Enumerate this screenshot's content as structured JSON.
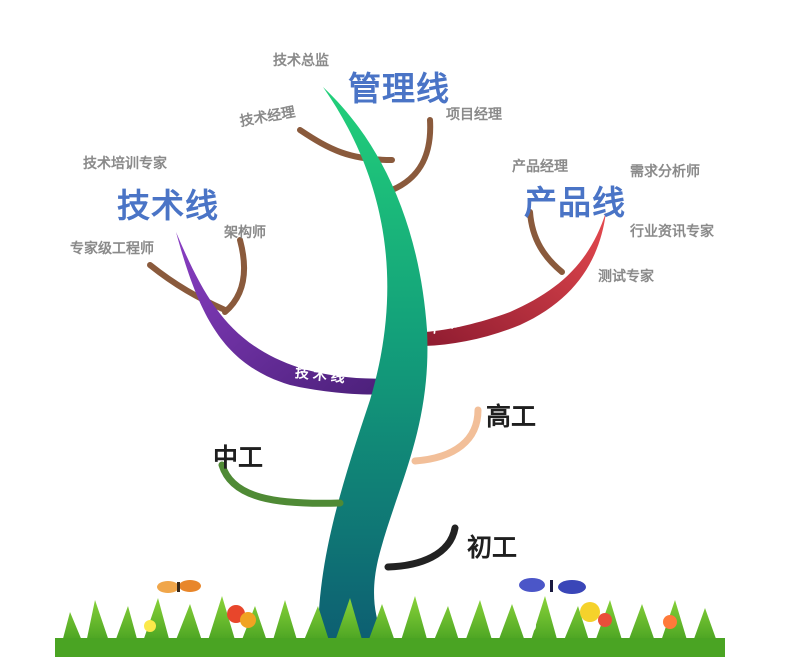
{
  "career_lines": {
    "management": {
      "title": "管理线",
      "roles": [
        "技术总监",
        "技术经理",
        "项目经理"
      ]
    },
    "technical": {
      "title": "技术线",
      "branch_label": "技术线",
      "roles": [
        "技术培训专家",
        "专家级工程师",
        "架构师"
      ]
    },
    "product": {
      "title": "产品线",
      "branch_label": "产品线",
      "roles": [
        "产品经理",
        "需求分析师",
        "行业资讯专家",
        "测试专家"
      ]
    }
  },
  "levels": {
    "senior": "高工",
    "middle": "中工",
    "junior": "初工"
  },
  "colors": {
    "title_blue": "#4a74c6",
    "role_gray": "#8a8a8a",
    "trunk_top": "#1bc46e",
    "trunk_bottom": "#0d5f72",
    "technical_branch": "#5b2a8e",
    "product_branch": "#b3283a",
    "twig_brown": "#8a5a3c",
    "senior_twig": "#f2bf99",
    "middle_twig": "#4f8a35",
    "junior_twig": "#222222"
  }
}
